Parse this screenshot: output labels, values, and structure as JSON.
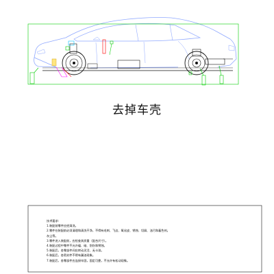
{
  "page_title": "去掉车壳",
  "notes": {
    "heading": "技术要求:",
    "lines": [
      "1.装配前零件应经清洗。",
      "2.零件在装配前必须清理和清洗干净，不得有毛刺、飞边、氧化皮、锈蚀、切屑、油污和着色剂。",
      "  灰尘等。",
      "3.零件进入装配前，应检查其质量（配合尺寸）。",
      "4.装配过程中零件不允许磕、碰、划伤和锈蚀。",
      "5.装配后，各零部件间应转动灵活、无卡滞。",
      "6.装配后，各密封件不得有漏油现象。",
      "7.装配后，各零部件应连接牢固，固定可靠，不允许有松动现象。"
    ]
  },
  "colors": {
    "outline": "#8fa8ff",
    "frame": "#1c2cff",
    "callout": "#00cc00",
    "centerline": "#ff1a1a",
    "magenta": "#ff00ff",
    "cyan": "#00c0ff",
    "black": "#111111"
  }
}
